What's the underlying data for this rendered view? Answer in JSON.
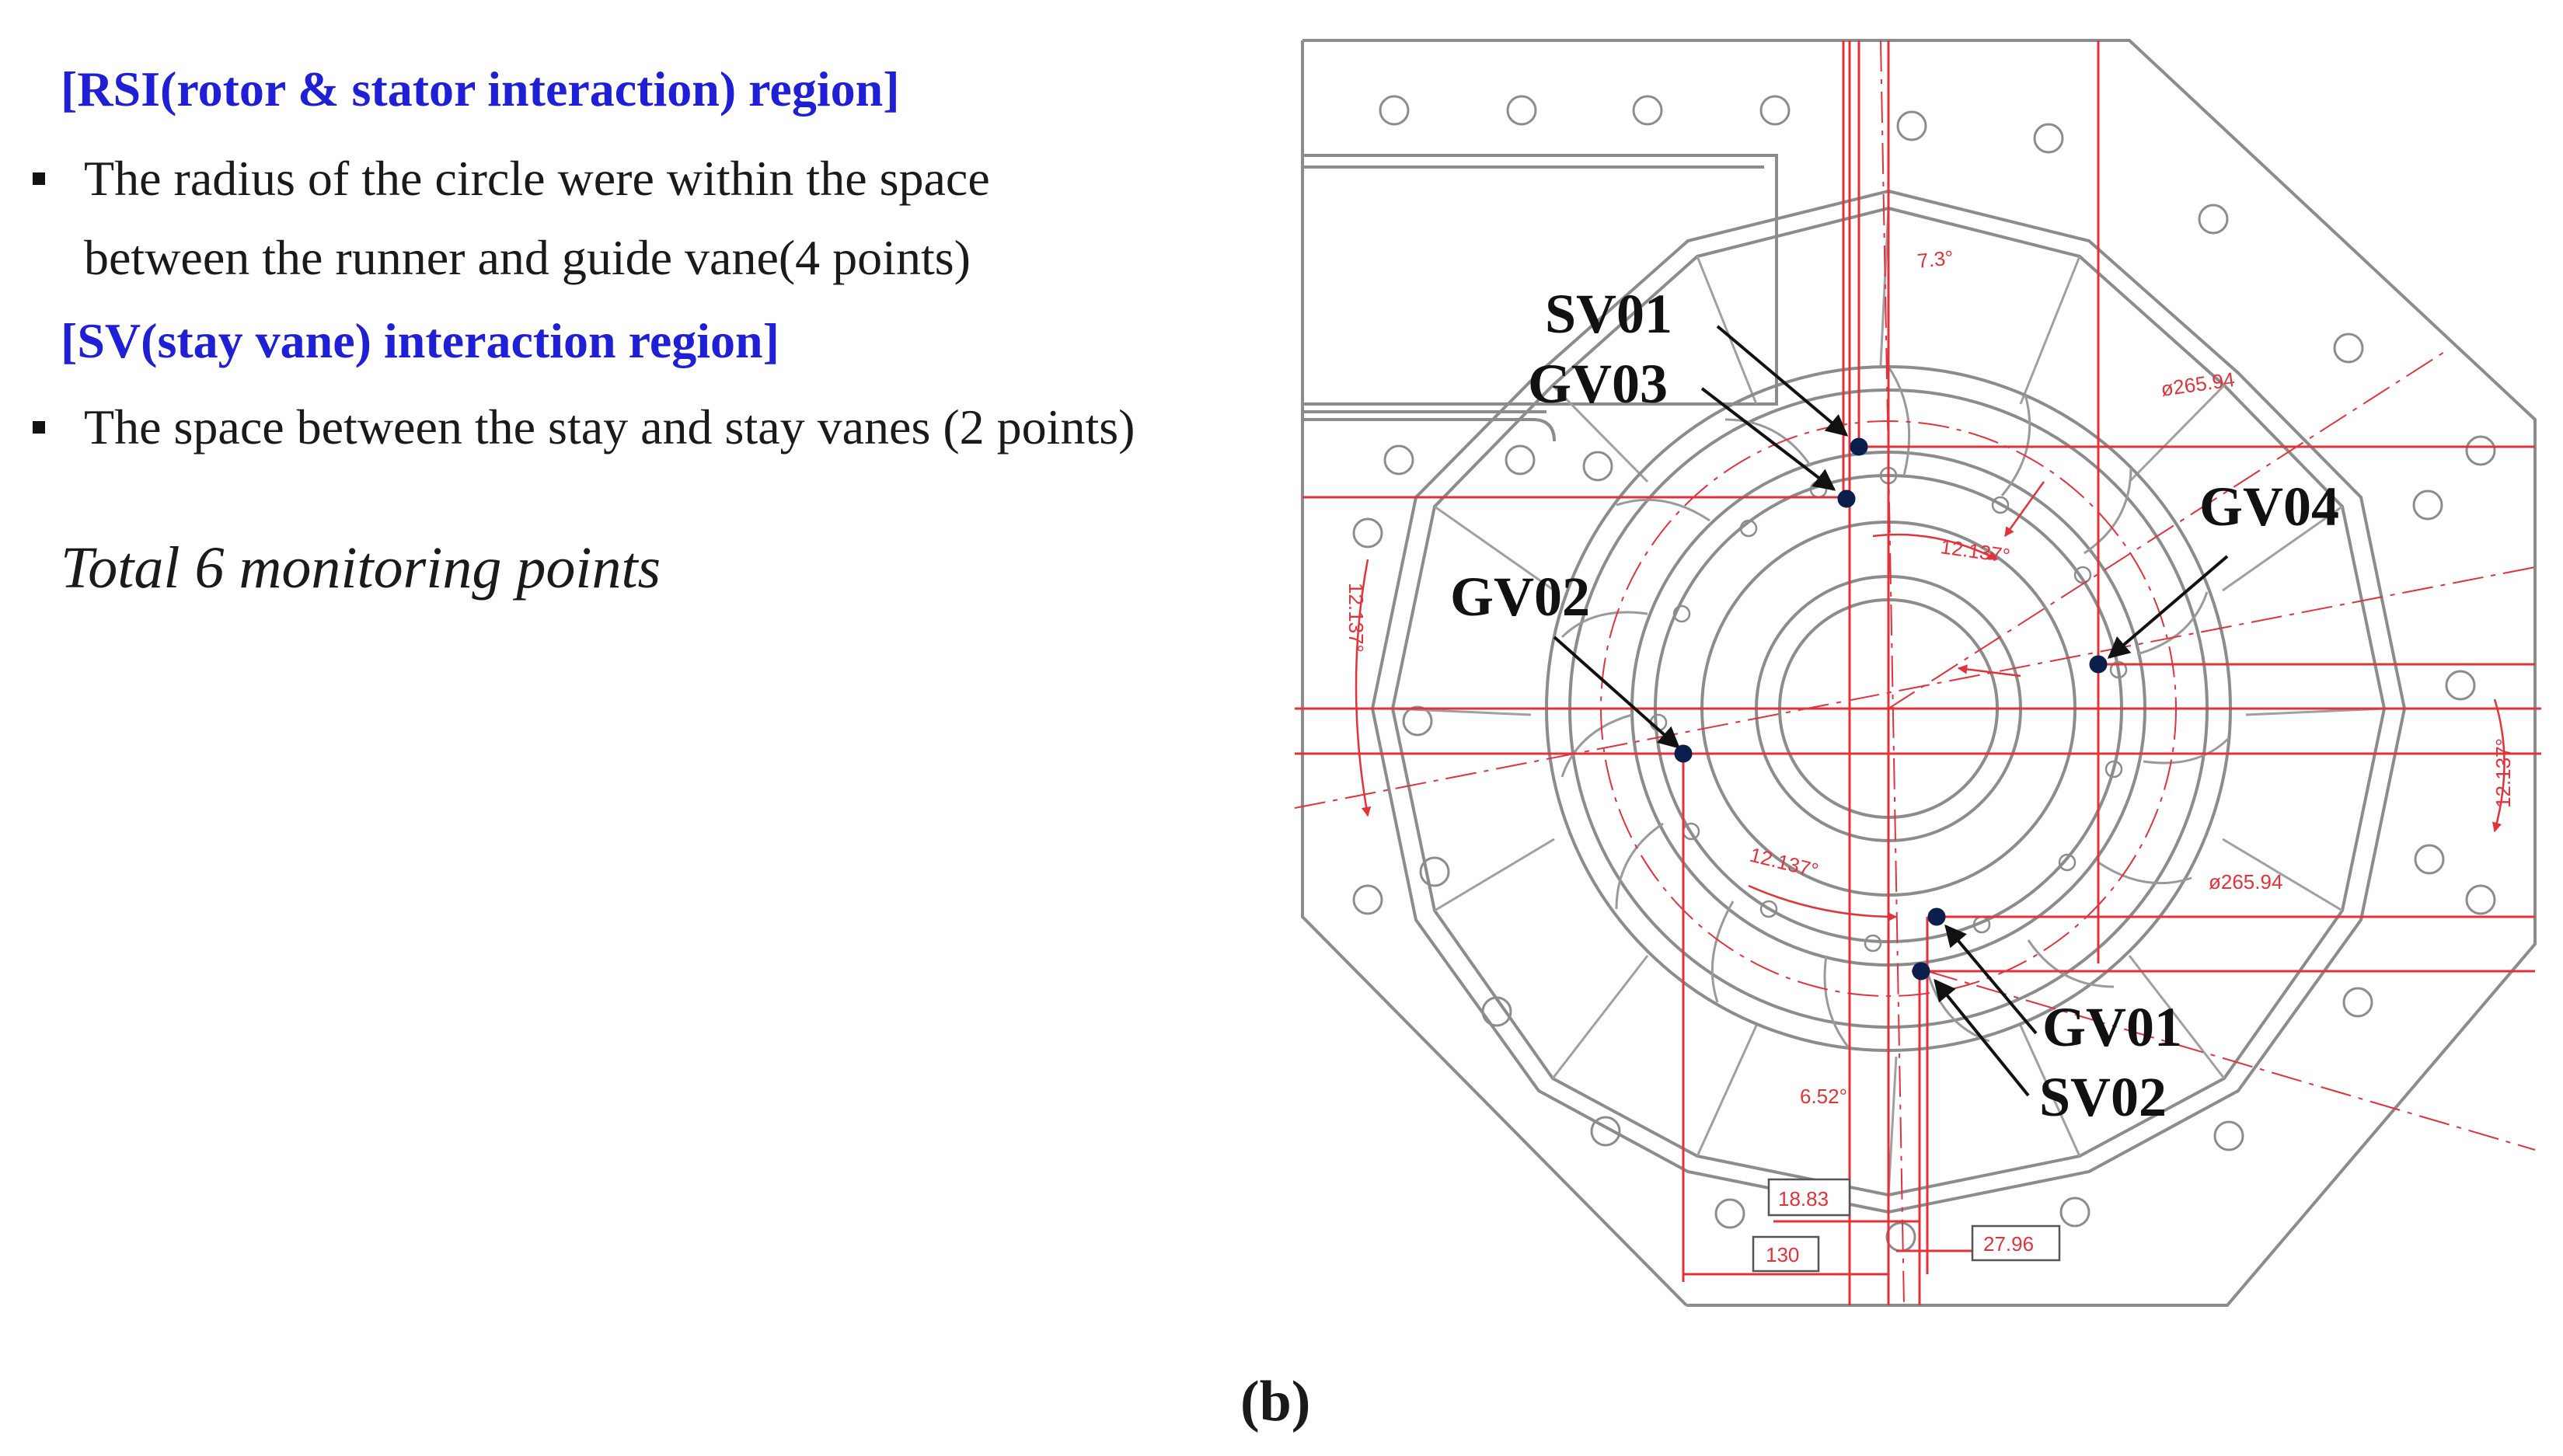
{
  "text_panel": {
    "rsi_heading": "[RSI(rotor & stator interaction) region]",
    "rsi_bullet_line1": "The radius of the circle were within the space",
    "rsi_bullet_line2": "between the runner and guide vane(4 points)",
    "sv_heading": "[SV(stay vane) interaction region]",
    "sv_bullet": "The space between the stay and stay vanes (2 points)",
    "summary": "Total 6 monitoring points"
  },
  "caption": "(b)",
  "colors": {
    "heading": "#1f1fd6",
    "dimension_red": "#e2333a",
    "drawing_gray": "#8c8c8c",
    "point_navy": "#0b1f4d"
  },
  "monitoring_points": [
    {
      "id": "SV01",
      "label": "SV01"
    },
    {
      "id": "GV03",
      "label": "GV03"
    },
    {
      "id": "GV04",
      "label": "GV04"
    },
    {
      "id": "GV02",
      "label": "GV02"
    },
    {
      "id": "GV01",
      "label": "GV01"
    },
    {
      "id": "SV02",
      "label": "SV02"
    }
  ],
  "dimensions": {
    "angle_top": "7.3°",
    "diameter_top": "ø265.94",
    "angle_inner_top": "12.137°",
    "angle_left": "12.137°",
    "angle_right": "12.137°",
    "angle_inner_bottom": "12.137°",
    "diameter_bottom": "ø265.94",
    "angle_bottom": "6.52°",
    "len_18_83": "18.83",
    "len_130": "130",
    "len_27_96": "27.96"
  }
}
